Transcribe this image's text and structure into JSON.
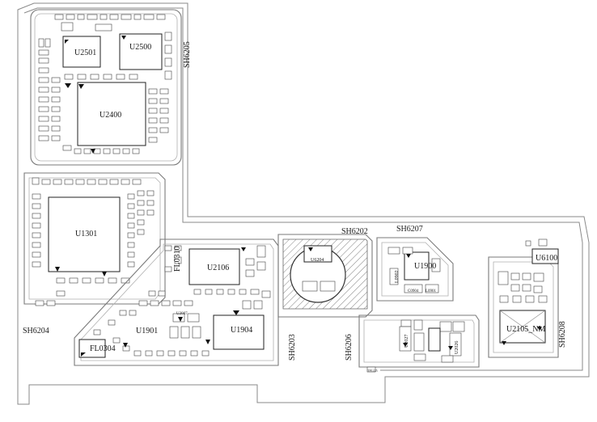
{
  "shields": {
    "sh6205": "SH6205",
    "sh6204": "SH6204",
    "sh6202": "SH6202",
    "sh6207": "SH6207",
    "sh6203": "SH6203",
    "sh6206": "SH6206",
    "sh6208": "SH6208"
  },
  "components": {
    "u2501": "U2501",
    "u2500": "U2500",
    "u2400": "U2400",
    "u1301": "U1301",
    "u2106": "U2106",
    "u1901": "U1901",
    "u1904": "U1904",
    "fl0304": "FL0304",
    "fl0310": "FL0310",
    "u6204": "U6204",
    "u1900": "U1900",
    "u6100": "U6100",
    "u2105_nm": "U2105_NM"
  },
  "small_labels": {
    "l0902": "L0902",
    "c0904": "C0904",
    "l0901": "L0901",
    "u2027": "U2027",
    "u2026": "U2026",
    "u2007": "U2007",
    "tp": "TP1225"
  },
  "colors": {
    "outline": "#8a8a8a",
    "component": "#222222",
    "hatch": "#555555"
  }
}
